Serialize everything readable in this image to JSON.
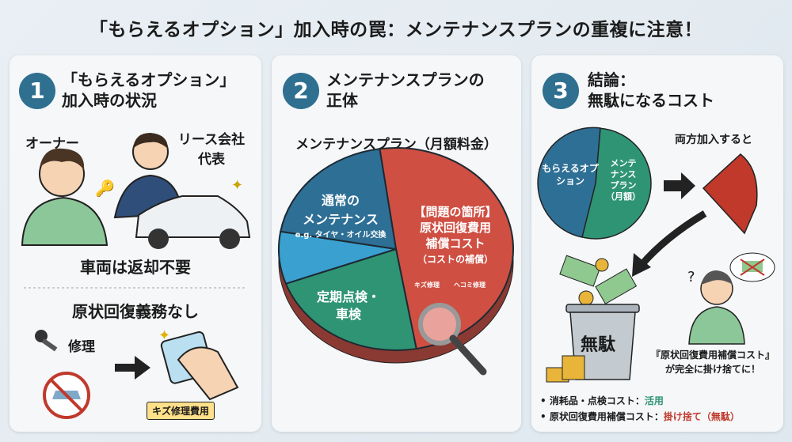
{
  "title": "「もらえるオプション」加入時の罠：メンテナンスプランの重複に注意！",
  "panel1": {
    "number": "1",
    "heading_line1": "「もらえるオプション」",
    "heading_line2": "加入時の状況",
    "owner": "オーナー",
    "lease_line1": "リース会社",
    "lease_line2": "代表",
    "no_return": "車両は返却不要",
    "no_restore": "原状回復義務なし",
    "repair": "修理",
    "scratch_cost": "キズ修理費用"
  },
  "panel2": {
    "number": "2",
    "heading_line1": "メンテナンスプランの",
    "heading_line2": "正体",
    "pie_title": "メンテナンスプラン（月額料金）",
    "slices": [
      {
        "label_line1": "通常の",
        "label_line2": "メンテナンス",
        "sub": "e.g. タイヤ・オイル交換",
        "color": "#2e6f96"
      },
      {
        "label_line1": "定期点検・",
        "label_line2": "車検",
        "color": "#2f9474"
      },
      {
        "label_line1": "【問題の箇所】",
        "label_line2": "原状回復費用",
        "label_line3": "補償コスト",
        "sub": "（コストの補償）",
        "color": "#cf4f43"
      }
    ],
    "light_slice_color": "#3aa0d0",
    "icon_scratch": "キズ修理",
    "icon_dent": "ヘコミ修理"
  },
  "panel3": {
    "number": "3",
    "heading_line1": "結論：",
    "heading_line2": "無駄になるコスト",
    "pie_blue": "もらえるオプション",
    "pie_green_line1": "メンテ",
    "pie_green_line2": "ナンス",
    "pie_green_line3": "プラン",
    "pie_green_line4": "（月額）",
    "both": "両方加入すると",
    "waste": "無駄",
    "question": "?",
    "caption_line1": "『原状回復費用補償コスト』",
    "caption_line2": "が完全に掛け捨てに！",
    "bullets": [
      {
        "label": "消耗品・点検コスト：",
        "value": "活用",
        "color": "#2f9474"
      },
      {
        "label": "原状回復費用補償コスト：",
        "value": "掛け捨て（無駄）",
        "color": "#c0392b"
      }
    ]
  }
}
